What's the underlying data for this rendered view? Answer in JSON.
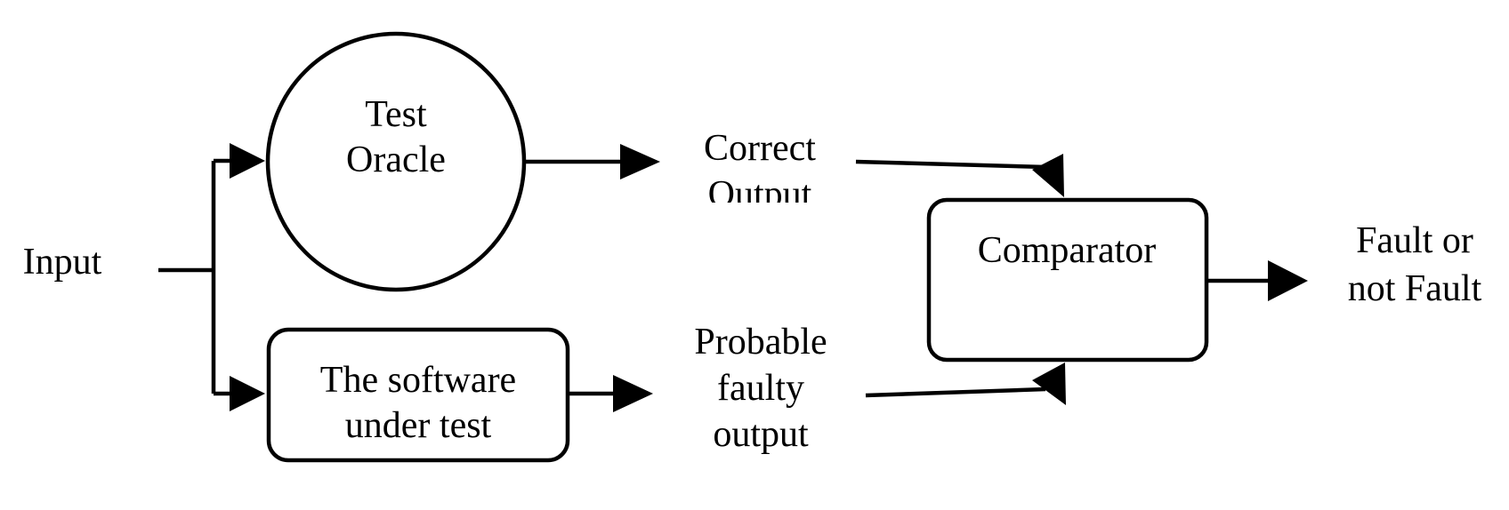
{
  "diagram": {
    "input_label": "Input",
    "oracle": {
      "line1": "Test",
      "line2": "Oracle"
    },
    "sut": {
      "line1": "The software",
      "line2": "under test"
    },
    "correct_output": {
      "line1": "Correct",
      "line2": "Output"
    },
    "faulty_output": {
      "line1": "Probable",
      "line2": "faulty",
      "line3": "output"
    },
    "comparator_label": "Comparator",
    "result": {
      "line1": "Fault or",
      "line2": "not Fault"
    }
  }
}
